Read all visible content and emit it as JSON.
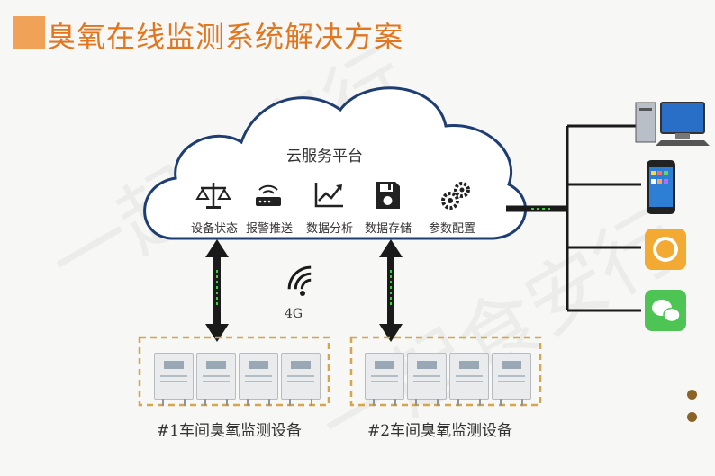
{
  "title": "臭氧在线监测系统解决方案",
  "cloud": {
    "title": "云服务平台",
    "features": [
      {
        "label": "设备状态",
        "icon": "scale-icon"
      },
      {
        "label": "报警推送",
        "icon": "router-icon"
      },
      {
        "label": "数据分析",
        "icon": "line-chart-icon"
      },
      {
        "label": "数据存储",
        "icon": "floppy-disk-icon"
      },
      {
        "label": "参数配置",
        "icon": "gears-icon"
      }
    ]
  },
  "network_label": "4G",
  "groups": [
    {
      "label": "#1车间臭氧监测设备",
      "device_count": 4
    },
    {
      "label": "#2车间臭氧监测设备",
      "device_count": 4
    }
  ],
  "endpoints": [
    "desktop-computer-icon",
    "smartphone-icon",
    "message-app-icon",
    "wechat-icon"
  ],
  "watermark": "一起食安行",
  "colors": {
    "title": "#e2761e",
    "accent": "#f0a258",
    "group_border": "#d8a64a",
    "arrow": "#1a1a1a",
    "cloud_outline": "#1e3d72"
  }
}
